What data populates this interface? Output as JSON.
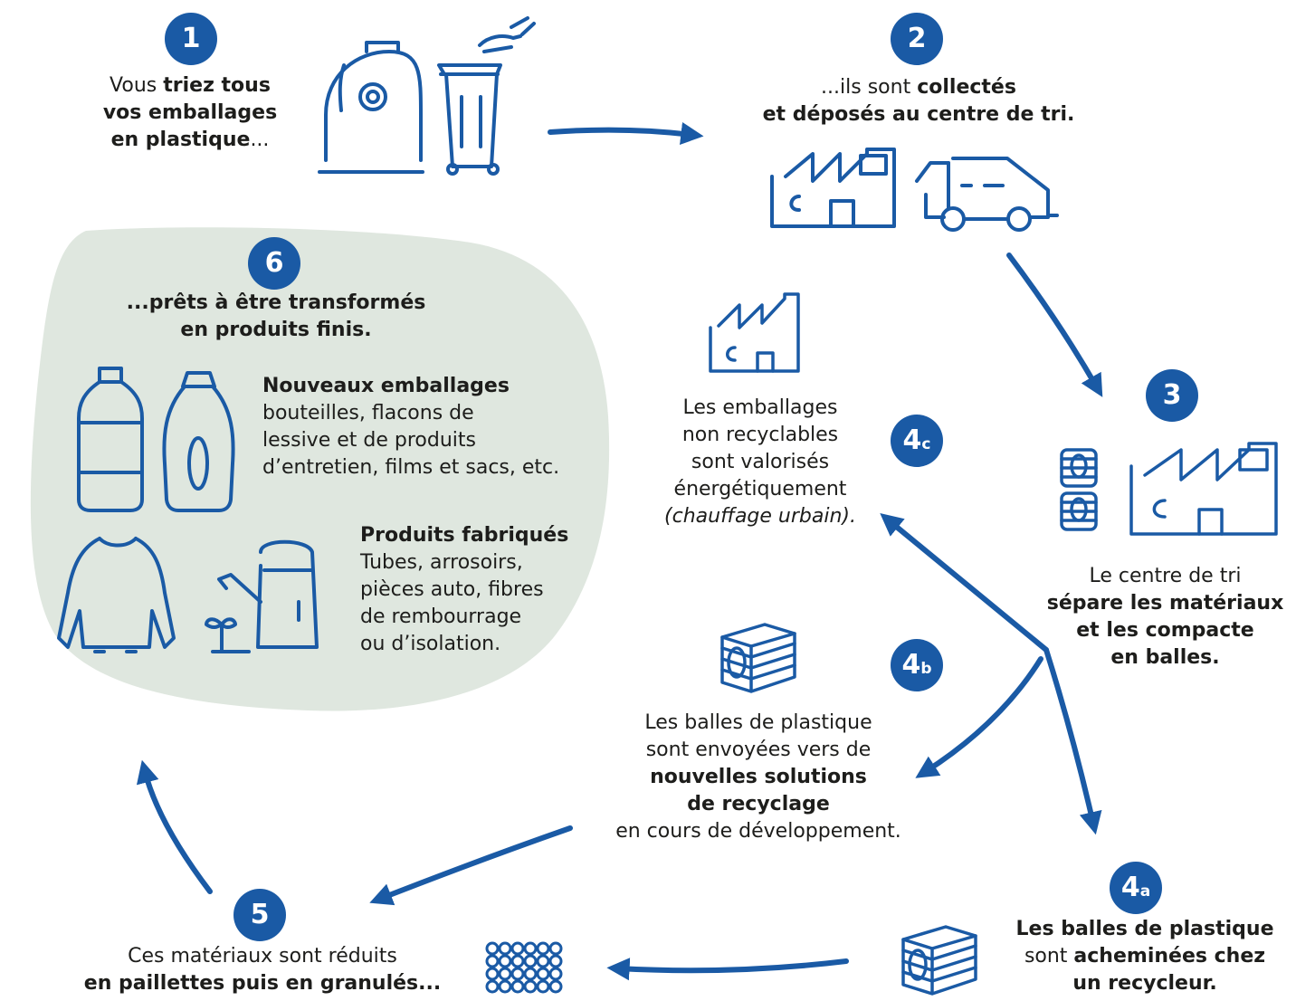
{
  "colors": {
    "accent": "#1a5aa5",
    "blob": "#dfe7df",
    "text": "#1d1d1b"
  },
  "step1": {
    "badge": "1",
    "l1_a": "Vous ",
    "l1_b": "triez tous",
    "l2": "vos emballages",
    "l3_a": "en plastique",
    "l3_b": "..."
  },
  "step2": {
    "badge": "2",
    "l1_a": "...ils sont ",
    "l1_b": "collectés",
    "l2": "et déposés au centre de tri."
  },
  "step3": {
    "badge": "3",
    "l1": "Le centre de tri",
    "l2": "sépare les matériaux",
    "l3": "et les compacte",
    "l4": "en balles."
  },
  "step4a": {
    "badge_num": "4",
    "badge_sub": "a",
    "l1": "Les balles de plastique",
    "l2_a": "sont ",
    "l2_b": "acheminées chez",
    "l3": "un recycleur."
  },
  "step4b": {
    "badge_num": "4",
    "badge_sub": "b",
    "l1": "Les balles de plastique",
    "l2": "sont envoyées vers de",
    "l3": "nouvelles solutions",
    "l4": "de recyclage",
    "l5": "en cours de développement."
  },
  "step4c": {
    "badge_num": "4",
    "badge_sub": "c",
    "l1": "Les emballages",
    "l2": "non recyclables",
    "l3": "sont valorisés",
    "l4": "énergétiquement",
    "l5": "(chauffage urbain)."
  },
  "step5": {
    "badge": "5",
    "l1": "Ces matériaux sont réduits",
    "l2": "en paillettes puis en granulés..."
  },
  "step6": {
    "badge": "6",
    "l1": "...prêts à être transformés",
    "l2": "en produits finis.",
    "block1_title": "Nouveaux emballages",
    "block1_l1": "bouteilles, flacons de",
    "block1_l2": "lessive et de produits",
    "block1_l3": "d’entretien, films et sacs, etc.",
    "block2_title": "Produits fabriqués",
    "block2_l1": "Tubes, arrosoirs,",
    "block2_l2": "pièces auto, fibres",
    "block2_l3": "de rembourrage",
    "block2_l4": "ou d’isolation."
  }
}
